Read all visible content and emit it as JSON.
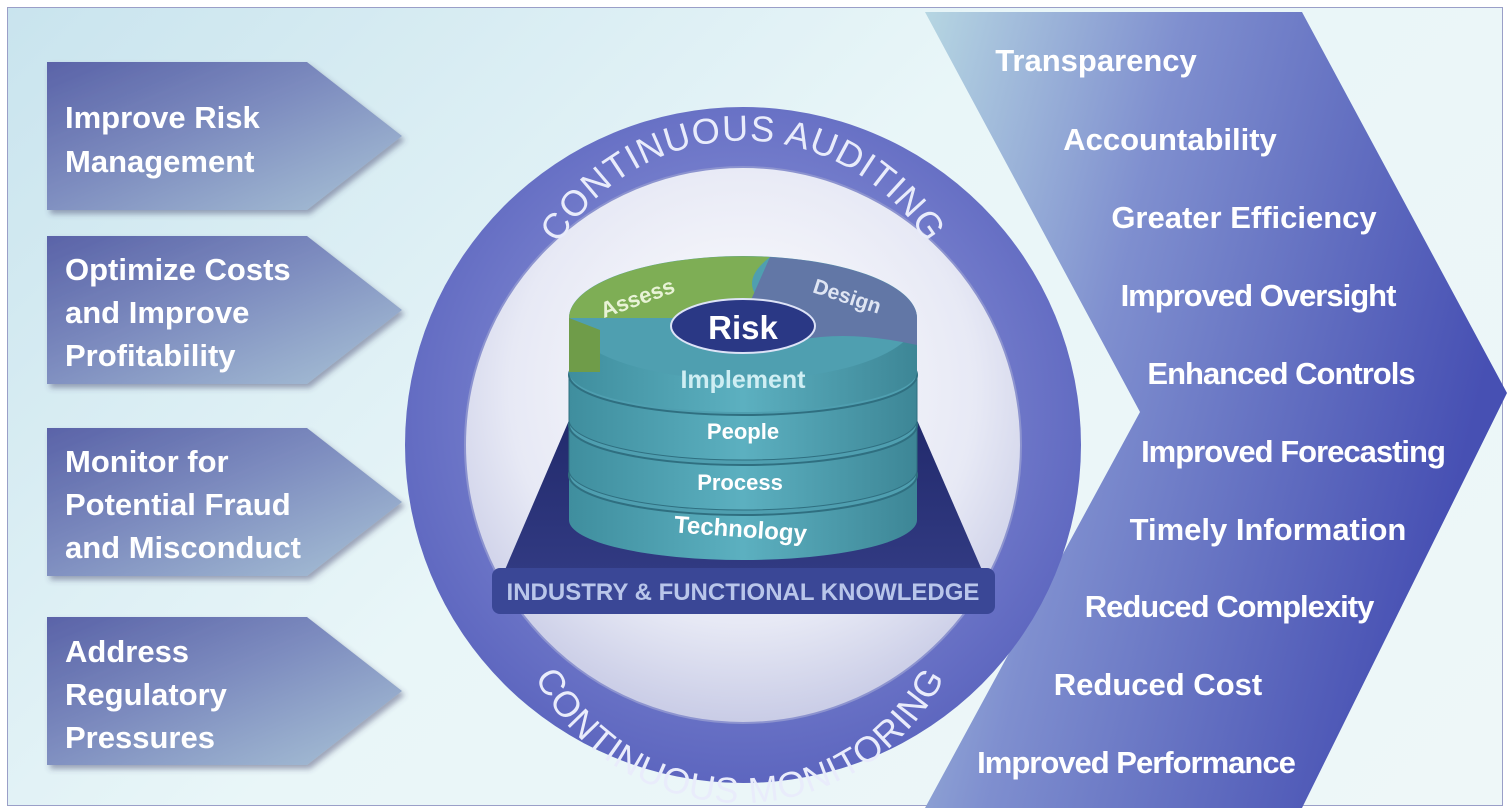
{
  "goals": [
    {
      "lines": [
        "Improve Risk",
        "Management"
      ]
    },
    {
      "lines": [
        "Optimize Costs",
        "and Improve",
        "Profitability"
      ]
    },
    {
      "lines": [
        "Monitor for",
        "Potential Fraud",
        "and Misconduct"
      ]
    },
    {
      "lines": [
        "Address",
        "Regulatory",
        "Pressures"
      ]
    }
  ],
  "ring": {
    "top_label": "CONTINUOUS AUDITING",
    "bottom_label": "CONTINUOUS MONITORING"
  },
  "stack": {
    "center": "Risk",
    "assess": "Assess",
    "design": "Design",
    "implement": "Implement",
    "layers": [
      "People",
      "Process",
      "Technology"
    ],
    "base": "INDUSTRY & FUNCTIONAL KNOWLEDGE"
  },
  "benefits": [
    "Transparency",
    "Accountability",
    "Greater Efficiency",
    "Improved Oversight",
    "Enhanced Controls",
    "Improved Forecasting",
    "Timely Information",
    "Reduced Complexity",
    "Reduced Cost",
    "Improved Performance"
  ],
  "colors": {
    "goal_arrow": "#6c79ad",
    "ring": "#6d76c9",
    "chevron": "#4c55b8",
    "layer": "#4d9fb0",
    "assess": "#7faf55",
    "design": "#6277a6",
    "base": "#28306e"
  }
}
